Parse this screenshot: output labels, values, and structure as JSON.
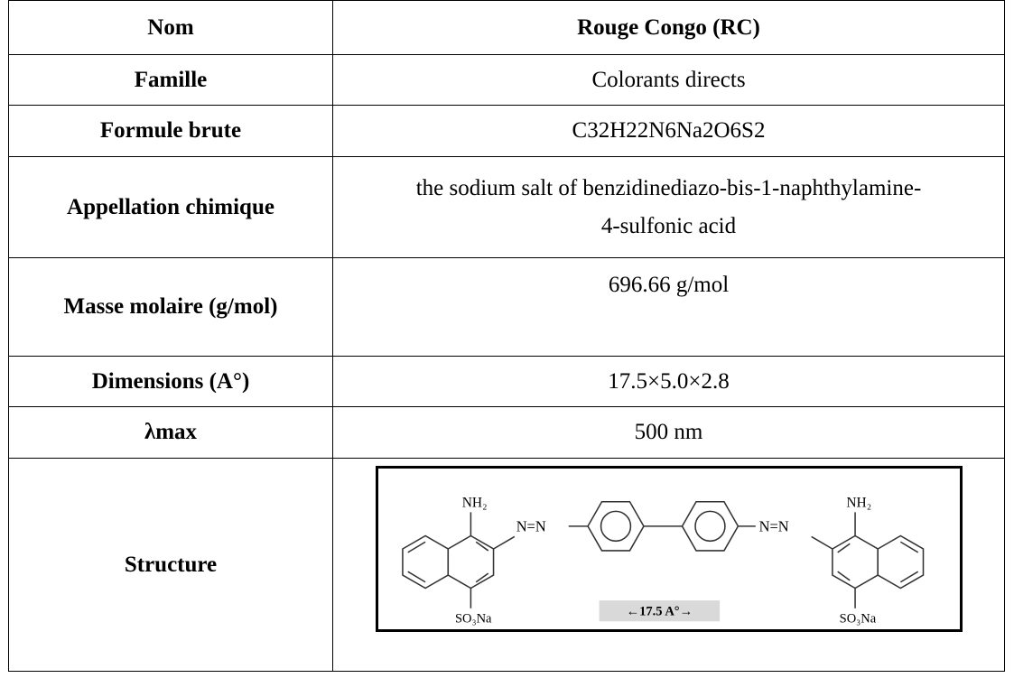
{
  "table": {
    "header": {
      "label": "Nom",
      "value": "Rouge Congo (RC)"
    },
    "rows": [
      {
        "label": "Famille",
        "value": "Colorants directs"
      },
      {
        "label": "Formule brute",
        "value": "C32H22N6Na2O6S2"
      },
      {
        "label": "Appellation chimique",
        "value": "the sodium salt of benzidinediazo-bis-1-naphthylamine-4-sulfonic acid",
        "value_line1": "the sodium salt of benzidinediazo-bis-1-naphthylamine-",
        "value_line2": "4-sulfonic acid"
      },
      {
        "label": "Masse molaire (g/mol)",
        "value": "696.66 g/mol"
      },
      {
        "label": "Dimensions (A°)",
        "value": "17.5×5.0×2.8"
      },
      {
        "label": "λmax",
        "value": "500 nm"
      },
      {
        "label": "Structure"
      }
    ],
    "structure": {
      "nh2_left": "NH₂",
      "nh2_right": "NH₂",
      "azo_left": "N=N",
      "azo_right": "N=N",
      "so3na_left": "SO₃Na",
      "so3na_right": "SO₃Na",
      "dimension_label": "←17.5 A°→"
    }
  }
}
